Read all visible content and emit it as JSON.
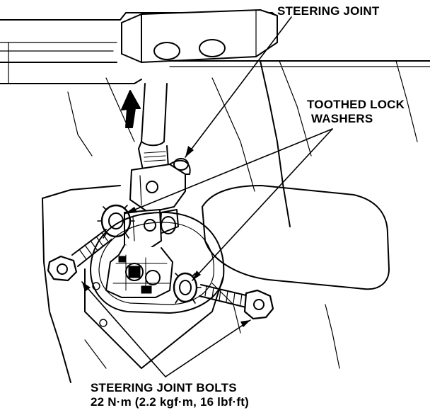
{
  "labels": {
    "steering_joint": "STEERING JOINT",
    "washers_line1": "TOOTHED LOCK",
    "washers_line2": "WASHERS",
    "bolts_line1": "STEERING JOINT BOLTS",
    "bolts_line2": "22 N·m (2.2 kgf·m, 16 lbf·ft)"
  },
  "colors": {
    "ink": "#000000",
    "paper": "#ffffff"
  }
}
